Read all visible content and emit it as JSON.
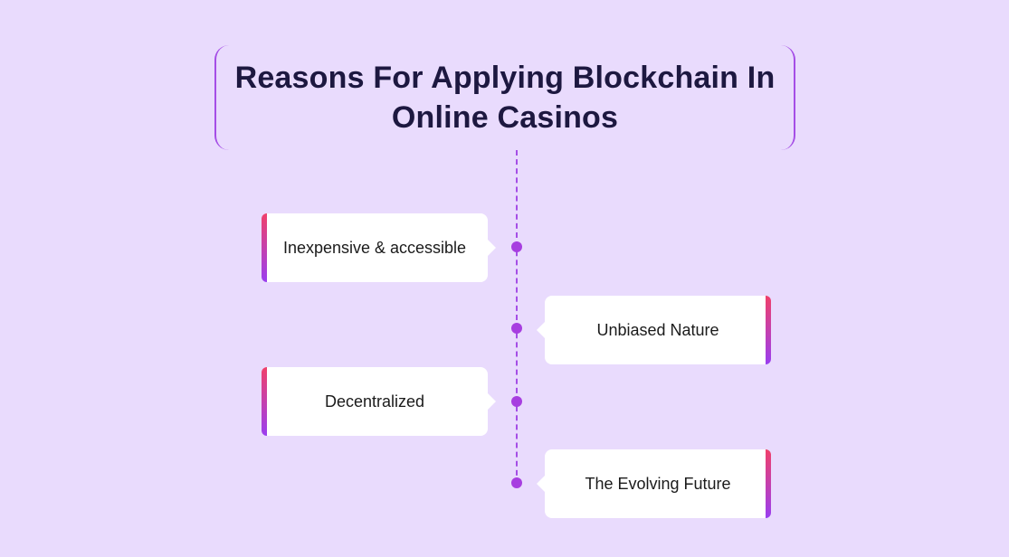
{
  "title": {
    "line1": "Reasons For Applying Blockchain In",
    "line2": "Online Casinos"
  },
  "colors": {
    "background": "#e9dbfd",
    "accent": "#a54ee6",
    "gradient_start": "#f0406a",
    "gradient_end": "#9a3ff0"
  },
  "reasons": [
    {
      "label": "Inexpensive & accessible"
    },
    {
      "label": "Unbiased Nature"
    },
    {
      "label": "Decentralized"
    },
    {
      "label": "The Evolving Future"
    }
  ]
}
